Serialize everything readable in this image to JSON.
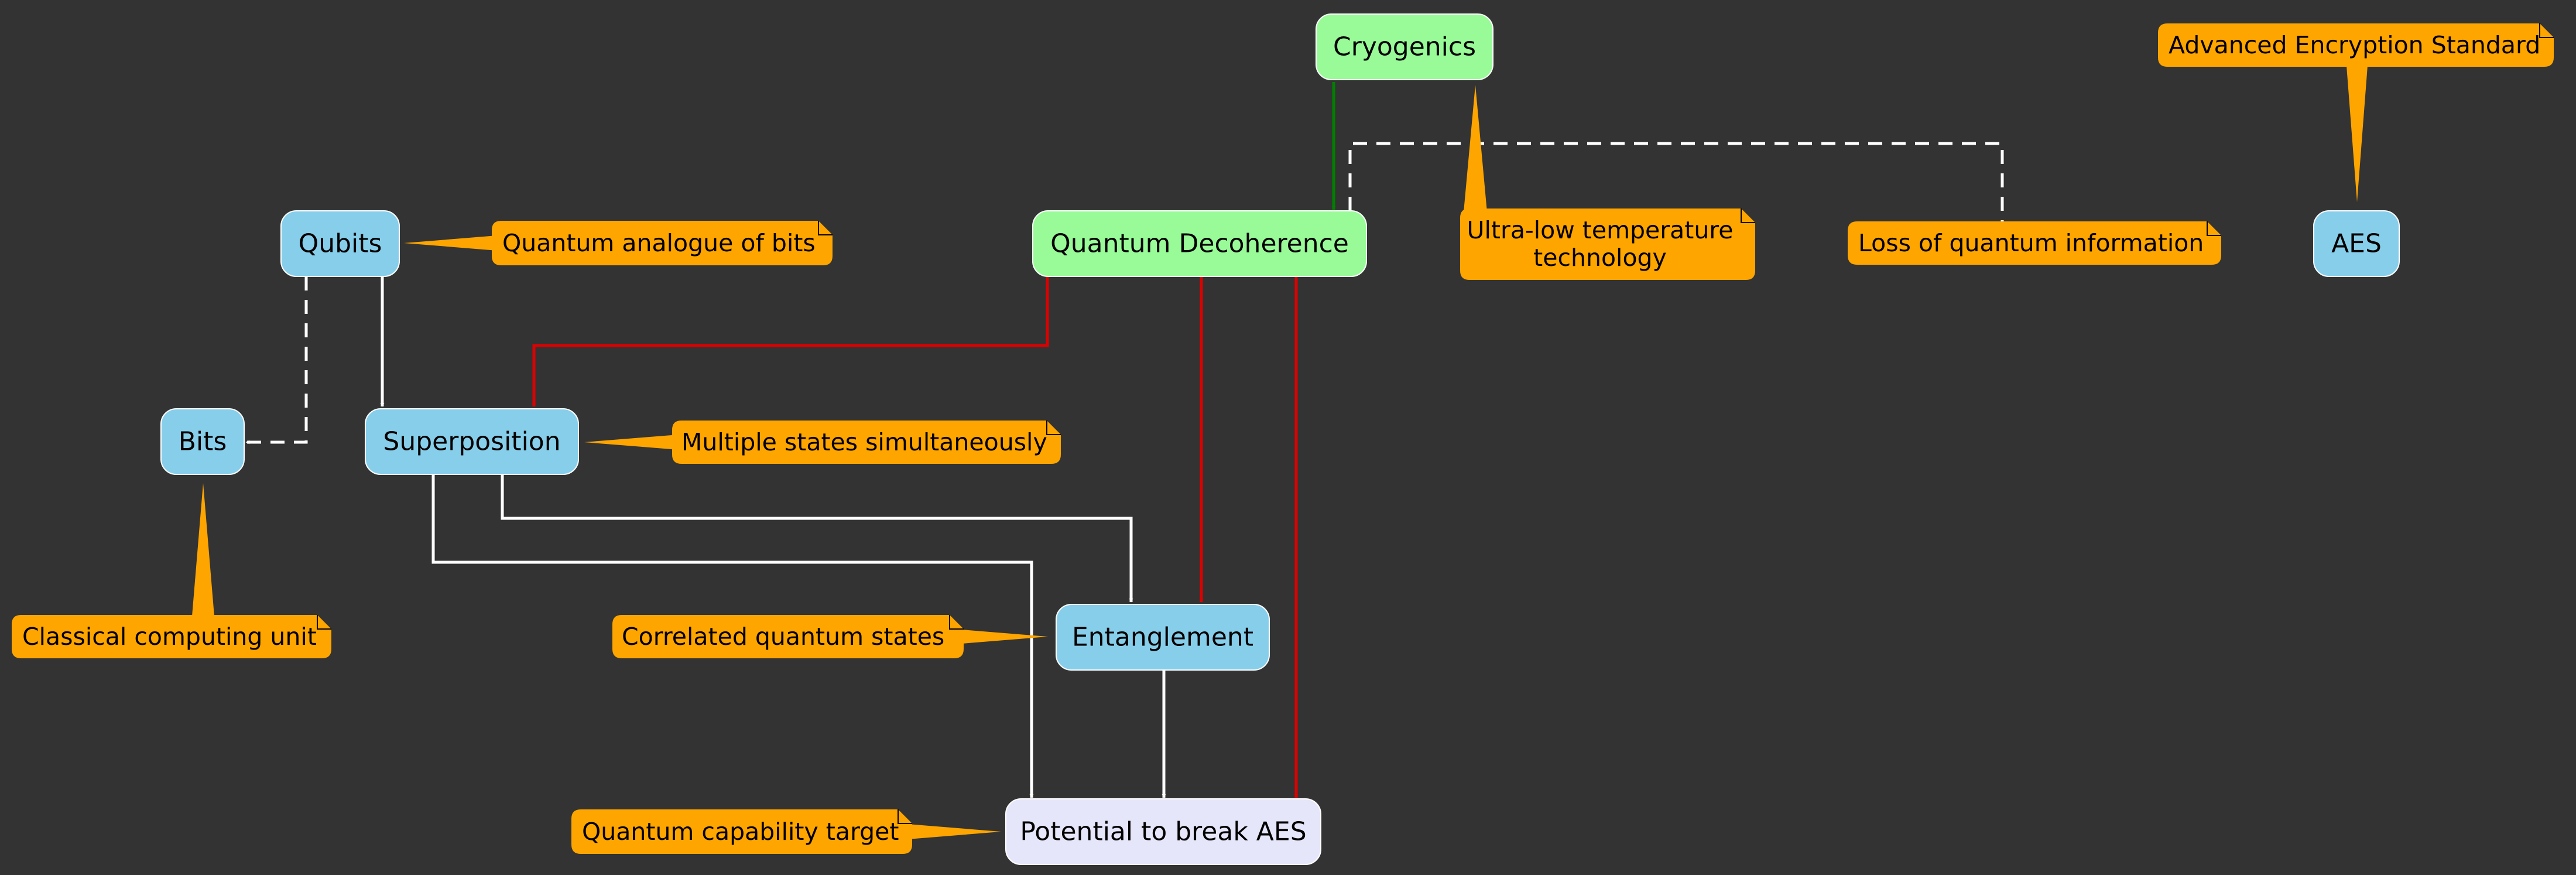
{
  "colors": {
    "background": "#333333",
    "concept_node": "#87ceeb",
    "green_node": "#98fb98",
    "target_node": "#e6e6fa",
    "note": "#ffa500",
    "edge_default": "#ffffff",
    "edge_decoherence": "#dd0000",
    "edge_cryogenics": "#008000"
  },
  "nodes": {
    "cryogenics": "Cryogenics",
    "decoherence": "Quantum Decoherence",
    "qubits": "Qubits",
    "bits": "Bits",
    "superposition": "Superposition",
    "entanglement": "Entanglement",
    "aes": "AES",
    "target": "Potential to break AES"
  },
  "notes": {
    "qubits": "Quantum analogue of bits",
    "bits": "Classical computing unit",
    "superposition": "Multiple states simultaneously",
    "entanglement": "Correlated quantum states",
    "target": "Quantum capability target",
    "cryogenics_line1": "Ultra-low temperature",
    "cryogenics_line2": "technology",
    "decoherence": "Loss of quantum information",
    "aes": "Advanced Encryption Standard"
  }
}
